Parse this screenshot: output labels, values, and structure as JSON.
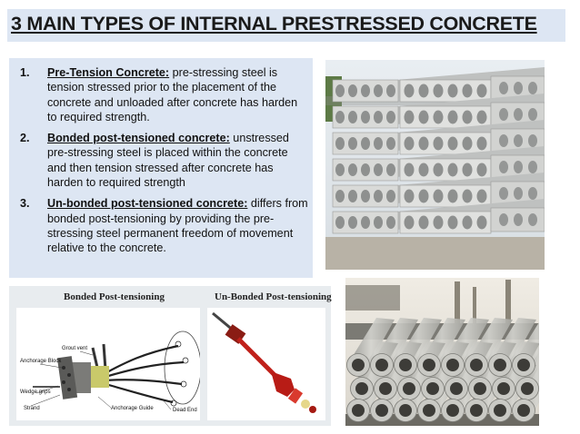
{
  "slide": {
    "title": "3 MAIN TYPES OF INTERNAL PRESTRESSED CONCRETE"
  },
  "types": [
    {
      "number": "1.",
      "term": "Pre-Tension Concrete:",
      "description": "  pre-stressing steel is tension stressed prior to the placement of the concrete and unloaded after concrete has harden to required strength."
    },
    {
      "number": "2.",
      "term": "Bonded post-tensioned concrete:",
      "description": " unstressed  pre-stressing steel is placed within the concrete and then tension stressed after concrete has harden to required strength"
    },
    {
      "number": "3.",
      "term": "Un-bonded post-tensioned concrete:",
      "description": " differs from bonded post-tensioning by providing the pre-stressing steel permanent freedom of movement relative to the concrete."
    }
  ],
  "diagram": {
    "bonded_title": "Bonded Post-tensioning",
    "unbonded_title": "Un-Bonded Post-tensioning",
    "labels": {
      "grout_vent": "Grout vent",
      "anchorage_block": "Anchorage Block",
      "wedge_grips": "Wedge grips",
      "strand": "Strand",
      "anchorage_guide": "Anchorage Guide",
      "dead_end": "Dead End"
    }
  },
  "colors": {
    "panel_bg": "#dde6f3",
    "title_text": "#1a1a1a",
    "tendon_red": "#c0201a"
  }
}
